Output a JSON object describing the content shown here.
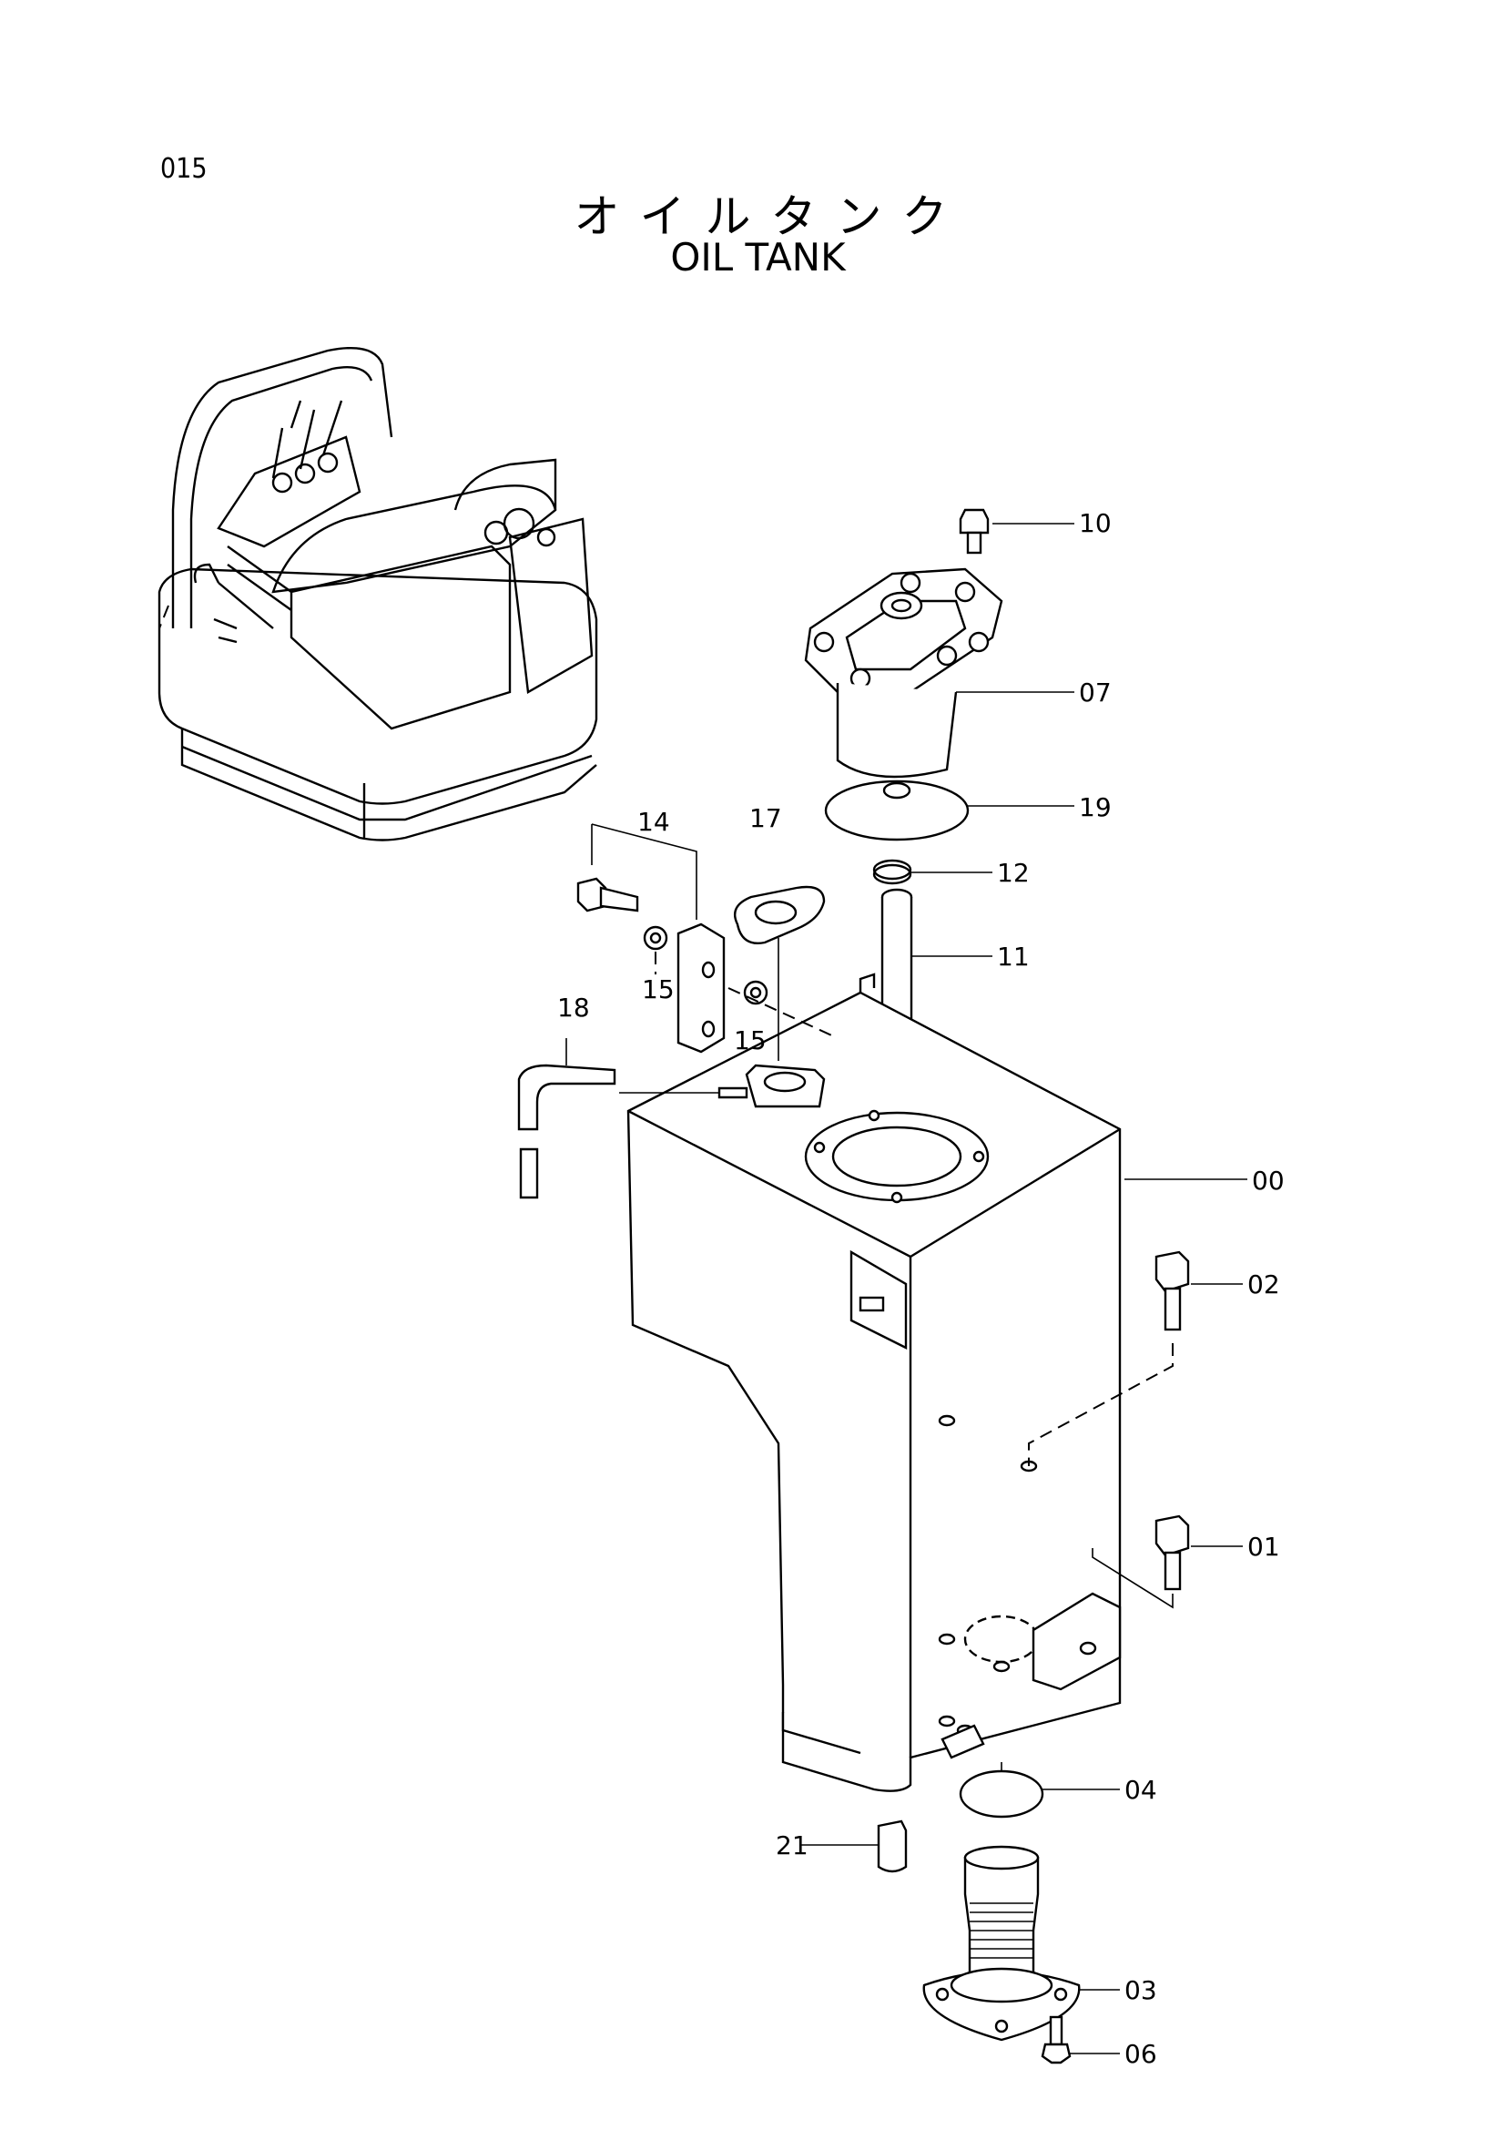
{
  "page_number": "015",
  "title_japanese": "オイルタンク",
  "title_english": "OIL TANK",
  "callouts": [
    "00",
    "01",
    "02",
    "03",
    "04",
    "06",
    "07",
    "10",
    "11",
    "12",
    "14",
    "15",
    "15",
    "17",
    "18",
    "19",
    "21"
  ]
}
